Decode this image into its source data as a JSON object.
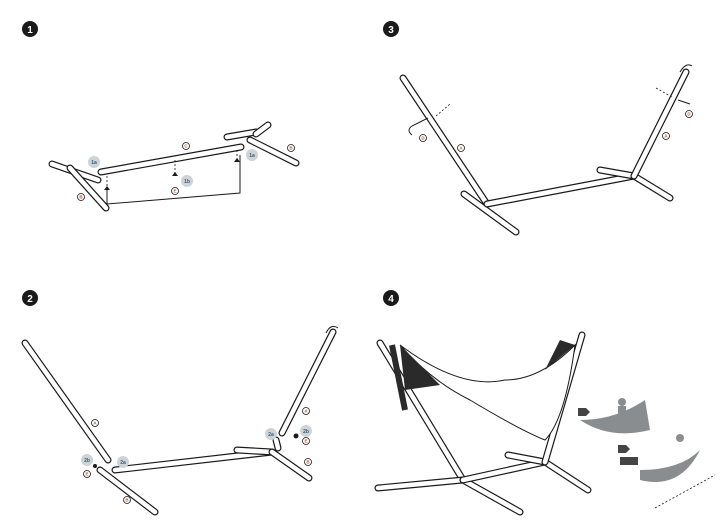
{
  "steps": [
    {
      "number": "1",
      "badges": [
        "1a",
        "1a",
        "1b"
      ],
      "parts": [
        "C",
        "B",
        "B",
        "E"
      ]
    },
    {
      "number": "3",
      "parts": [
        "A",
        "A",
        "D",
        "D"
      ]
    },
    {
      "number": "2",
      "badges": [
        "2a",
        "2a",
        "2b",
        "2b"
      ],
      "parts": [
        "A",
        "A",
        "B",
        "B",
        "E",
        "E"
      ]
    },
    {
      "number": "4"
    }
  ],
  "colors": {
    "ink": "#1a1a1a",
    "badge": "#cfd3d6",
    "part_letter": "#c05a2a",
    "badge_text": "#2d5f80"
  }
}
